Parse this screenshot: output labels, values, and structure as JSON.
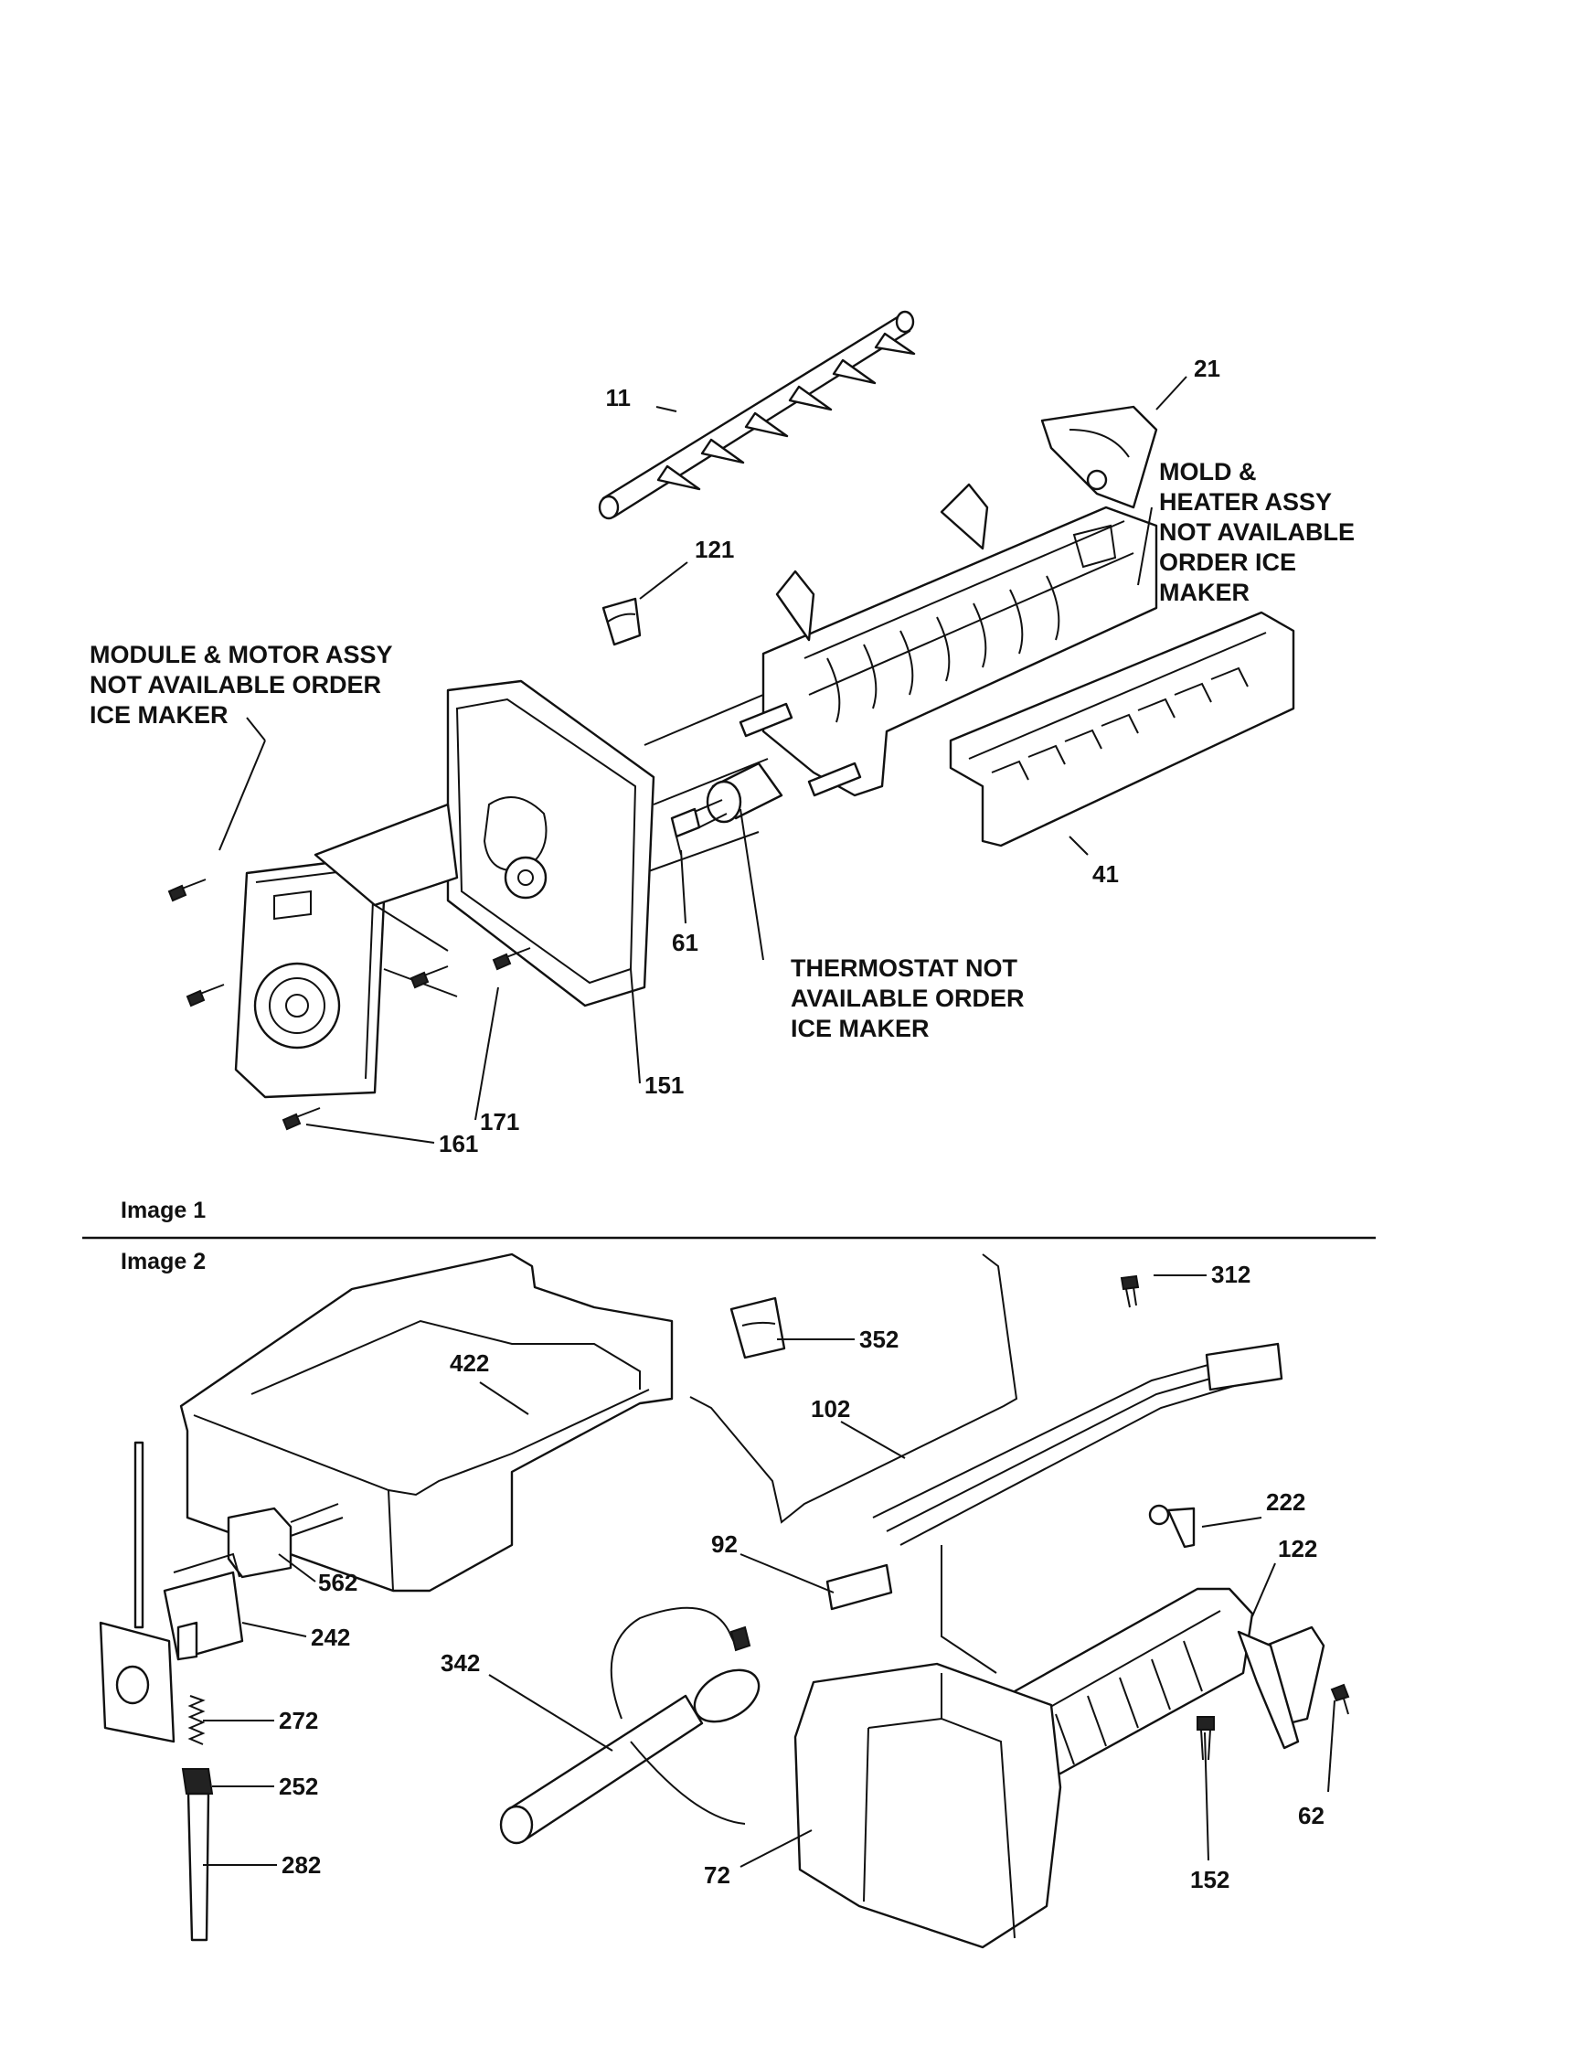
{
  "image1": {
    "caption": "Image 1",
    "callouts": {
      "c11": "11",
      "c21": "21",
      "c121": "121",
      "c41": "41",
      "c61": "61",
      "c151": "151",
      "c161": "161",
      "c171": "171"
    },
    "notes": {
      "module_l1": "MODULE & MOTOR ASSY",
      "module_l2": "NOT AVAILABLE ORDER",
      "module_l3": "ICE MAKER",
      "mold_l1": "MOLD &",
      "mold_l2": "HEATER ASSY",
      "mold_l3": "NOT AVAILABLE",
      "mold_l4": "ORDER ICE",
      "mold_l5": "MAKER",
      "thermo_l1": "THERMOSTAT NOT",
      "thermo_l2": "AVAILABLE ORDER",
      "thermo_l3": "ICE MAKER"
    }
  },
  "image2": {
    "caption": "Image 2",
    "callouts": {
      "c312": "312",
      "c352": "352",
      "c422": "422",
      "c102": "102",
      "c222": "222",
      "c122": "122",
      "c92": "92",
      "c562": "562",
      "c242": "242",
      "c342": "342",
      "c272": "272",
      "c252": "252",
      "c282": "282",
      "c62": "62",
      "c72": "72",
      "c152": "152"
    }
  }
}
